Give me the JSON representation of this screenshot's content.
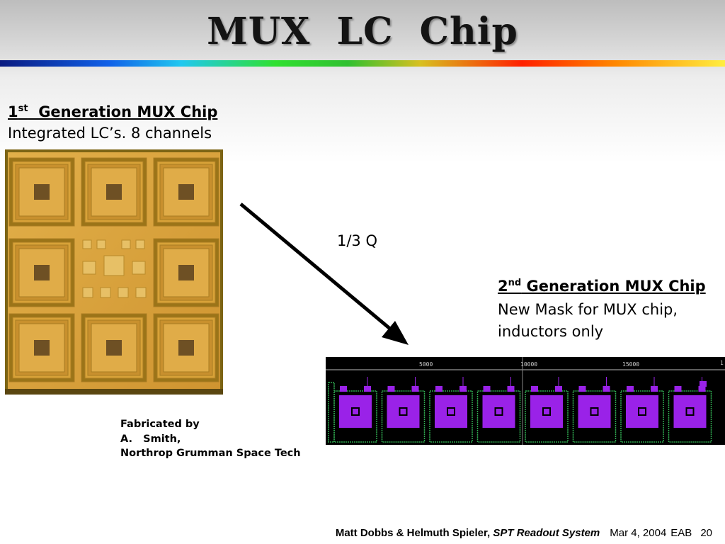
{
  "slide": {
    "title": "MUX   LC   Chip"
  },
  "gen1": {
    "heading_num": "1",
    "heading_sup": "st",
    "heading_text": "  Generation MUX Chip",
    "description": "Integrated LC’s. 8 channels"
  },
  "arrow": {
    "label": "1/3 Q"
  },
  "gen2": {
    "heading_num": "2",
    "heading_sup": "nd",
    "heading_text": " Generation MUX Chip",
    "description_lines": [
      "New Mask for MUX chip,",
      "inductors only"
    ]
  },
  "layout_ruler": {
    "ticks": [
      "5000",
      "10000",
      "15000",
      "1"
    ]
  },
  "fabrication": {
    "lines": [
      "Fabricated by",
      "A.   Smith,",
      "Northrop Grumman Space Tech"
    ]
  },
  "footer": {
    "author": "Matt Dobbs & Helmuth Spieler, ",
    "system": "SPT Readout System",
    "date": "Mar 4, 2004",
    "initials": "EAB",
    "page": "20"
  },
  "colors": {
    "chip_gold": "#d8a238",
    "chip_dark": "#7c6414",
    "layout_purple": "#9a22e8",
    "layout_green": "#2fa84f"
  }
}
